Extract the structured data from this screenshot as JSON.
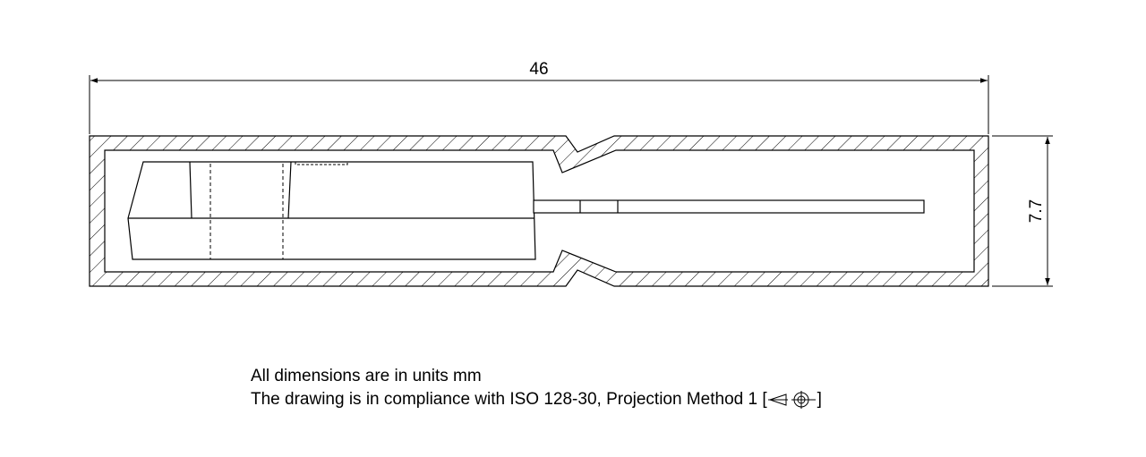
{
  "drawing": {
    "dimension_length": "46",
    "dimension_height": "7.7"
  },
  "notes": {
    "line1": "All dimensions are in units mm",
    "line2_prefix": "The drawing is in compliance with ISO 128-30, Projection Method 1 [",
    "line2_suffix": "]",
    "projection_symbol": "first-angle-projection-icon"
  }
}
